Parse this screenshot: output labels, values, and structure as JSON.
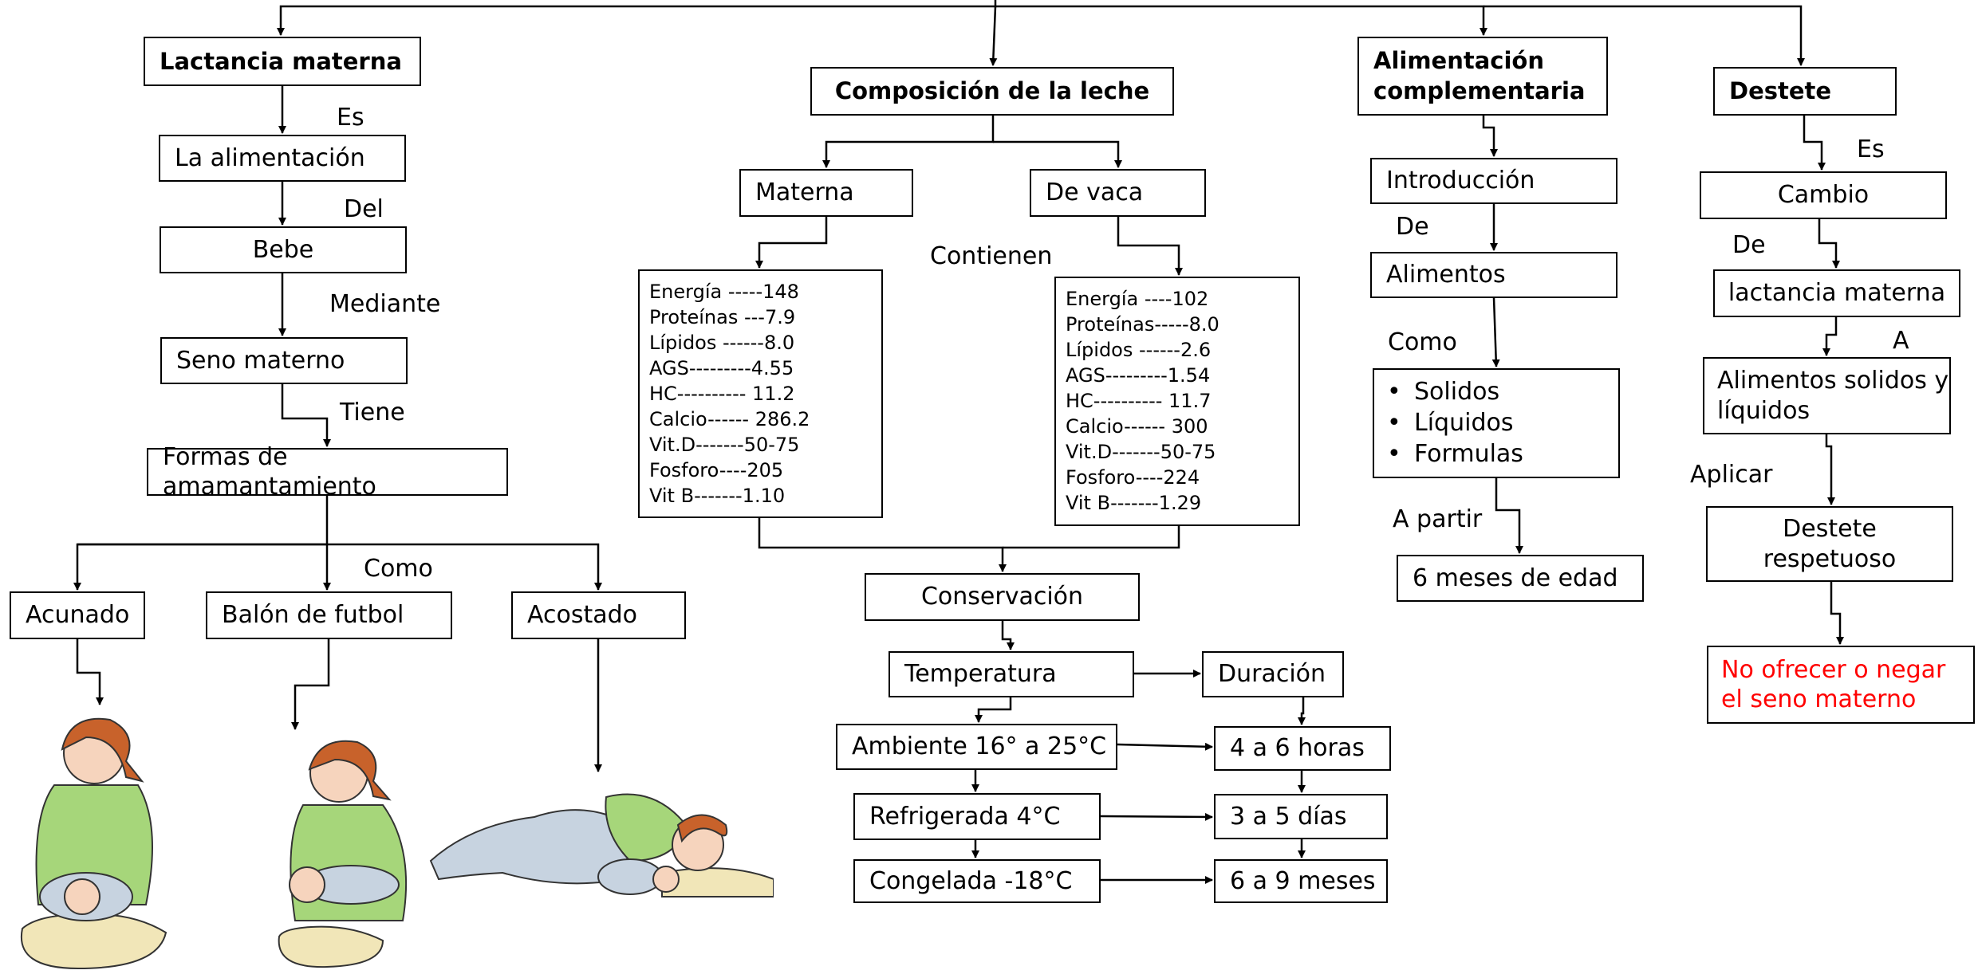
{
  "lactancia": {
    "title": "Lactancia materna",
    "es": "Es",
    "alimentacion": "La alimentación",
    "del": "Del",
    "bebe": "Bebe",
    "mediante": "Mediante",
    "seno": "Seno materno",
    "tiene": "Tiene",
    "formas": "Formas de amamantamiento",
    "como": "Como",
    "acunado": "Acunado",
    "balon": "Balón de futbol",
    "acostado": "Acostado"
  },
  "composicion": {
    "title": "Composición de la leche",
    "materna": "Materna",
    "vaca": "De vaca",
    "contienen": "Contienen",
    "materna_values": [
      "Energía -----148",
      "Proteínas ---7.9",
      "Lípidos ------8.0",
      "AGS---------4.55",
      "HC---------- 11.2",
      "Calcio------ 286.2",
      "Vit.D-------50-75",
      "Fosforo----205",
      "Vit B-------1.10"
    ],
    "vaca_values": [
      "Energía ----102",
      "Proteínas-----8.0",
      "Lípidos ------2.6",
      "AGS---------1.54",
      "HC---------- 11.7",
      "Calcio------ 300",
      "Vit.D-------50-75",
      "Fosforo----224",
      "Vit B-------1.29"
    ],
    "conservacion": "Conservación",
    "temperatura": "Temperatura",
    "duracion": "Duración",
    "ambiente": "Ambiente 16° a 25°C",
    "refrigerada": "Refrigerada 4°C",
    "congelada": "Congelada -18°C",
    "d_ambiente": "4 a 6 horas",
    "d_refrigerada": "3 a 5 días",
    "d_congelada": "6 a 9 meses"
  },
  "complementaria": {
    "title": "Alimentación complementaria",
    "introduccion": "Introducción",
    "de": "De",
    "alimentos": "Alimentos",
    "como": "Como",
    "items": [
      "Solidos",
      "Líquidos",
      "Formulas"
    ],
    "a_partir": "A partir",
    "edad": "6 meses de edad"
  },
  "destete": {
    "title": "Destete",
    "es": "Es",
    "cambio": "Cambio",
    "de": "De",
    "lactancia": "lactancia materna",
    "a": "A",
    "alimentos": "Alimentos solidos y líquidos",
    "aplicar": "Aplicar",
    "respetuoso": "Destete respetuoso",
    "no_ofrecer": "No ofrecer o negar el seno materno"
  },
  "colors": {
    "line": "#000000",
    "warning": "#ff0000",
    "shirt": "#a6d67a",
    "hair": "#c8622b",
    "skin": "#f6d4bd",
    "pants": "#c7d3e0"
  }
}
